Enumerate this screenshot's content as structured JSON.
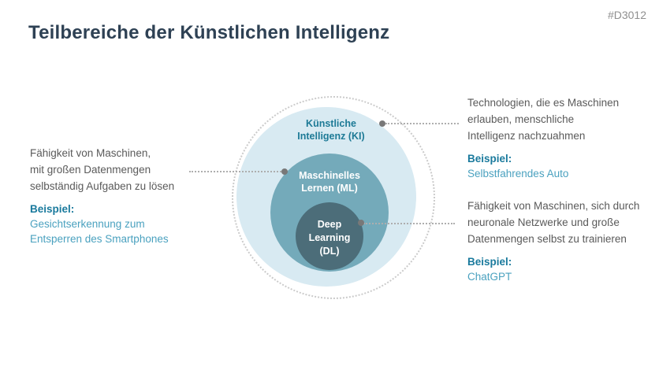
{
  "page": {
    "title": "Teilbereiche der Künstlichen Intelligenz",
    "doc_ref": "#D3012"
  },
  "diagram": {
    "type": "concentric-circles",
    "rings": [
      {
        "id": "ki",
        "label": "Künstliche Intelligenz (KI)",
        "label_lines": [
          "Künstliche",
          "Intelligenz (KI)"
        ],
        "fill_color": "#d8eaf2",
        "label_color": "#1d7a96"
      },
      {
        "id": "ml",
        "label": "Maschinelles Lernen (ML)",
        "label_lines": [
          "Maschinelles",
          "Lernen (ML)"
        ],
        "fill_color": "#74aaba",
        "label_color": "#ffffff"
      },
      {
        "id": "dl",
        "label": "Deep Learning (DL)",
        "label_lines": [
          "Deep",
          "Learning",
          "(DL)"
        ],
        "fill_color": "#4c6d79",
        "label_color": "#ffffff"
      }
    ]
  },
  "annotations": {
    "ki": {
      "lines": [
        "Technologien, die es Maschinen",
        "erlauben, menschliche",
        "Intelligenz nachzuahmen"
      ],
      "beispiel_label": "Beispiel:",
      "beispiel_lines": [
        "Selbstfahrendes Auto"
      ]
    },
    "ml": {
      "lines": [
        "Fähigkeit von Maschinen,",
        "mit großen Datenmengen",
        "selbständig Aufgaben zu lösen"
      ],
      "beispiel_label": "Beispiel:",
      "beispiel_lines": [
        "Gesichtserkennung zum",
        "Entsperren des Smartphones"
      ]
    },
    "dl": {
      "lines": [
        "Fähigkeit von Maschinen, sich durch",
        "neuronale Netzwerke und große",
        "Datenmengen selbst zu trainieren"
      ],
      "beispiel_label": "Beispiel:",
      "beispiel_lines": [
        "ChatGPT"
      ]
    }
  },
  "colors": {
    "title_text": "#2e4154",
    "body_text": "#5a5a5a",
    "accent_teal": "#1a7a9d",
    "example_teal": "#4aa1bf",
    "ki_circle": "#d8eaf2",
    "ml_circle": "#74aaba",
    "dl_circle": "#4c6d79",
    "dotted_ring": "#cbcbcb",
    "connector": "#787878",
    "doc_ref_text": "#8f8f8f"
  }
}
